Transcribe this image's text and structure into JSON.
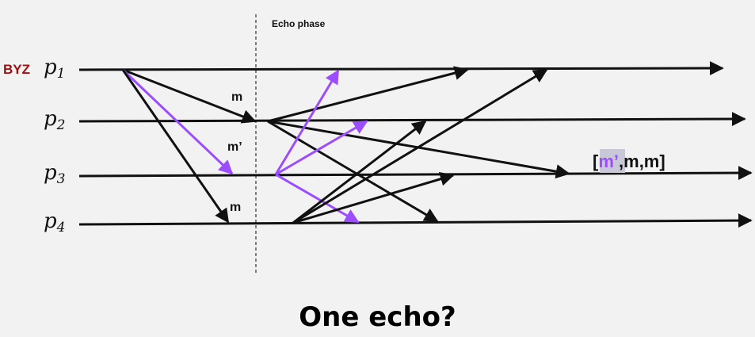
{
  "colors": {
    "black": "#111111",
    "purple": "#9b4dff",
    "byz": "#a01010",
    "highlight": "#c8c8d8"
  },
  "phase_label": "Echo phase",
  "processes": [
    {
      "base": "p",
      "sub": "1",
      "tag": "BYZ"
    },
    {
      "base": "p",
      "sub": "2",
      "tag": ""
    },
    {
      "base": "p",
      "sub": "3",
      "tag": ""
    },
    {
      "base": "p",
      "sub": "4",
      "tag": ""
    }
  ],
  "messages": {
    "to_p2": "m",
    "to_p3": "m’",
    "to_p4": "m"
  },
  "received": {
    "open": "[",
    "first": "m’",
    "rest": ",m,m]"
  },
  "question": "One echo?"
}
